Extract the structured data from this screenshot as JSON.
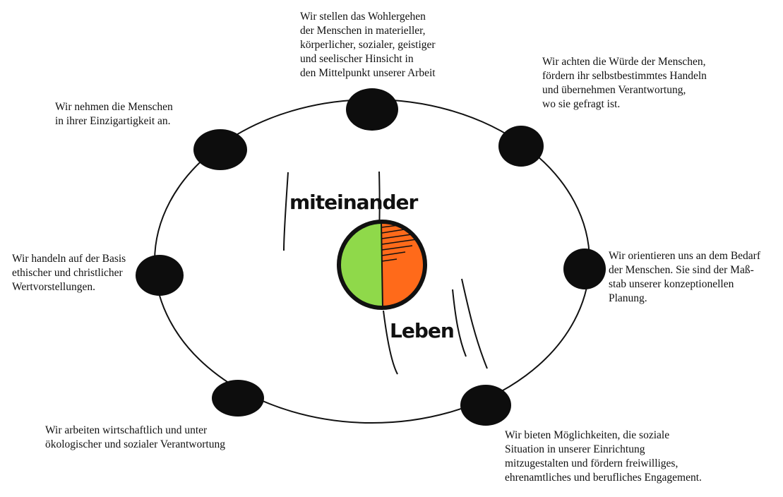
{
  "colors": {
    "ring": "#111111",
    "node": "#0d0d0d",
    "center_left": "#8fd94a",
    "center_right": "#ff6a1a",
    "text": "#111111"
  },
  "center": {
    "word_top": "miteinander",
    "word_bottom": "Leben"
  },
  "nodes": {
    "top": {
      "lines": [
        "Wir stellen das Wohlergehen",
        "der Menschen in materieller,",
        "körperlicher, sozialer, geistiger",
        "und seelischer Hinsicht in",
        "den Mittelpunkt unserer Arbeit"
      ]
    },
    "top_right": {
      "lines": [
        "Wir achten die Würde der Menschen,",
        "fördern ihr selbstbestimmtes Handeln",
        "und übernehmen Verantwortung,",
        "wo sie gefragt ist."
      ]
    },
    "right": {
      "lines": [
        "Wir orientieren uns an dem Bedarf",
        "der Menschen. Sie sind der Maß-",
        "stab unserer konzeptionellen",
        "Planung."
      ]
    },
    "bottom_right": {
      "lines": [
        "Wir bieten Möglichkeiten, die soziale",
        "Situation in unserer Einrichtung",
        "mitzugestalten und fördern freiwilliges,",
        "ehrenamtliches und berufliches Engagement."
      ]
    },
    "bottom_left": {
      "lines": [
        "Wir arbeiten wirtschaftlich und unter",
        "ökologischer und sozialer Verantwortung"
      ]
    },
    "left": {
      "lines": [
        "Wir handeln auf der Basis",
        "ethischer und christlicher",
        "Wertvorstellungen."
      ]
    },
    "top_left": {
      "lines": [
        "Wir nehmen die Menschen",
        "in ihrer Einzigartigkeit an."
      ]
    }
  }
}
